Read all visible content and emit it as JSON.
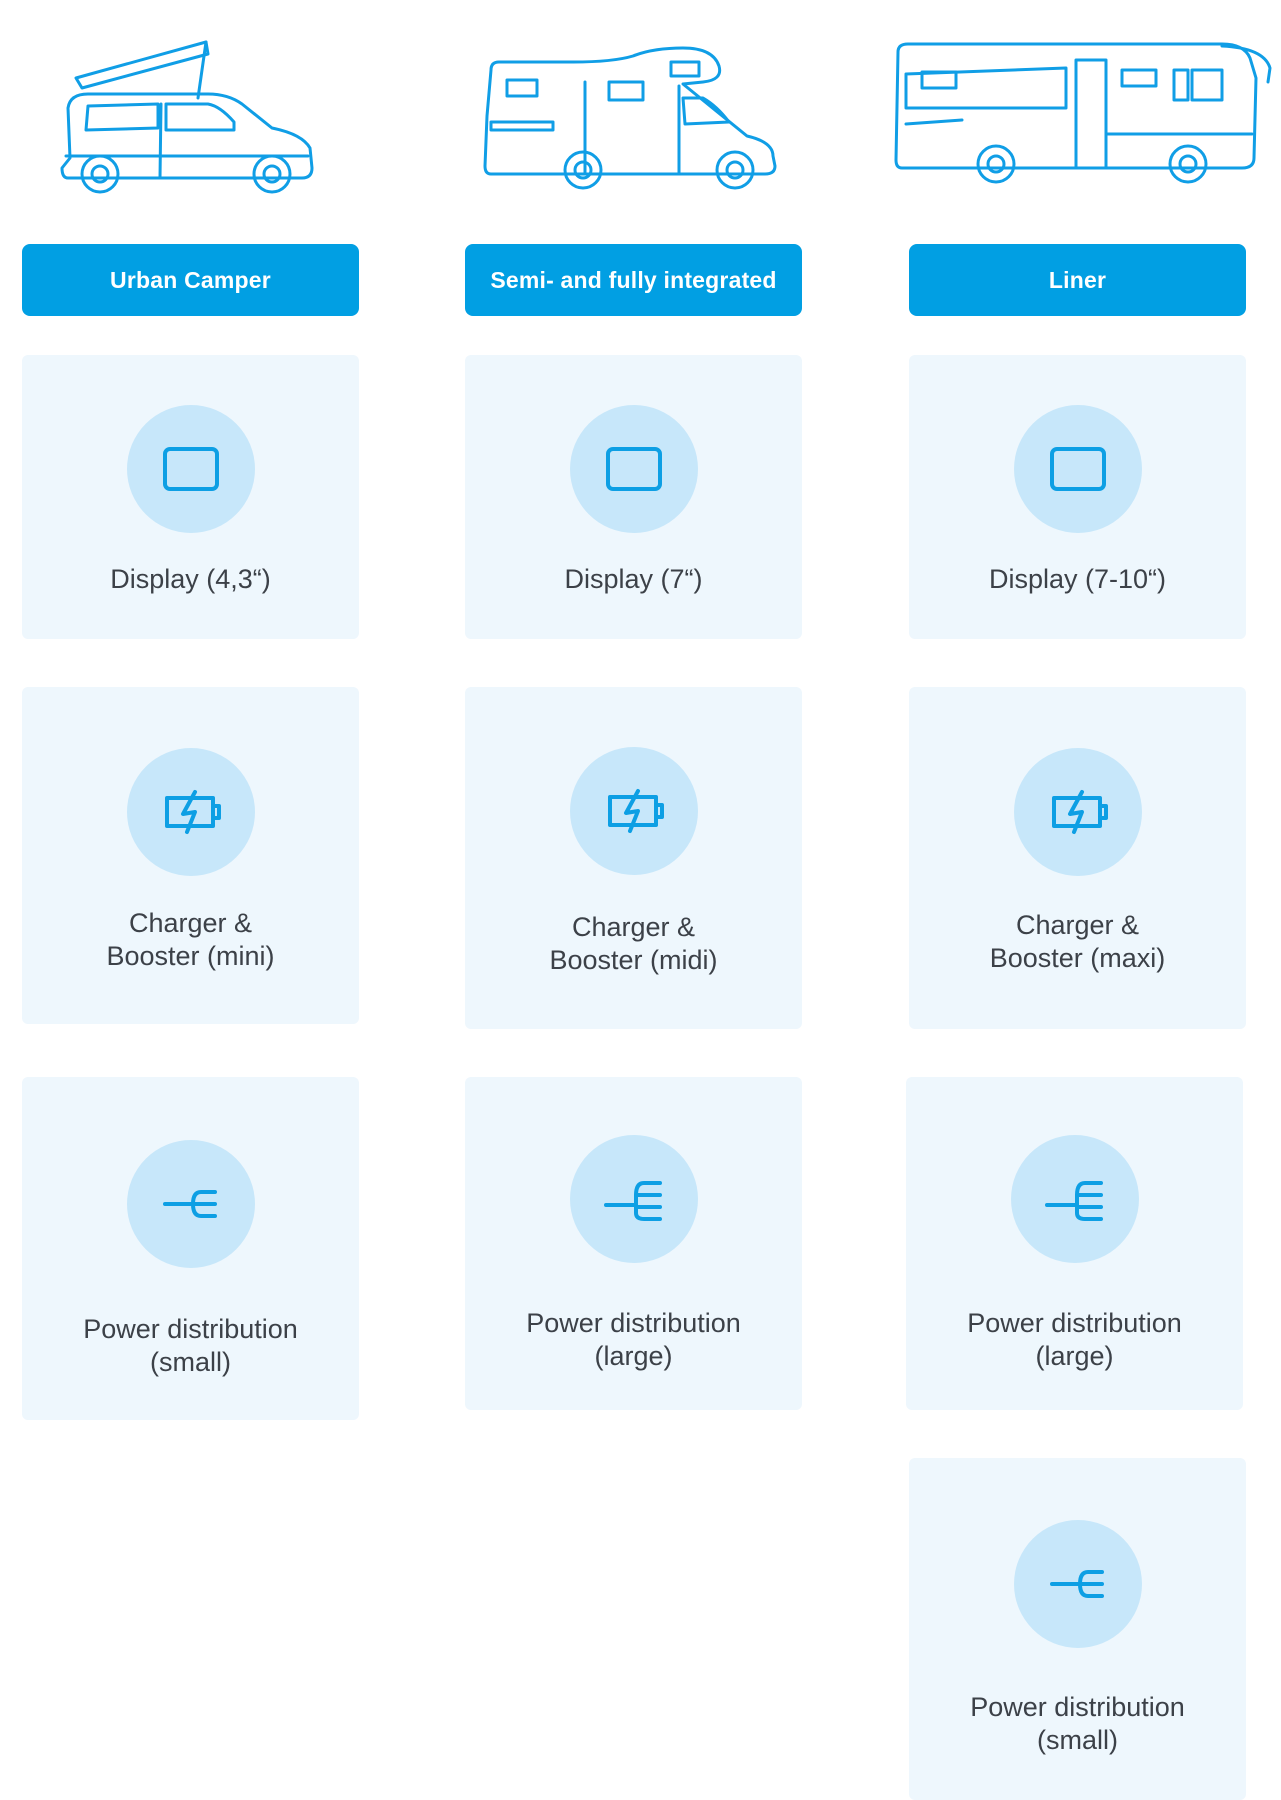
{
  "columns": [
    {
      "vehicle_icon": "camper-van-icon",
      "header": "Urban Camper",
      "cards": [
        {
          "icon": "display-icon",
          "label": "Display (4,3“)"
        },
        {
          "icon": "battery-charging-icon",
          "label": "Charger &\nBooster (mini)"
        },
        {
          "icon": "power-distribution-small-icon",
          "label": "Power distribution\n(small)"
        }
      ]
    },
    {
      "vehicle_icon": "motorhome-icon",
      "header": "Semi- and fully integrated",
      "cards": [
        {
          "icon": "display-icon",
          "label": "Display (7“)"
        },
        {
          "icon": "battery-charging-icon",
          "label": "Charger &\nBooster (midi)"
        },
        {
          "icon": "power-distribution-large-icon",
          "label": "Power distribution\n(large)"
        }
      ]
    },
    {
      "vehicle_icon": "liner-bus-icon",
      "header": "Liner",
      "cards": [
        {
          "icon": "display-icon",
          "label": "Display (7-10“)"
        },
        {
          "icon": "battery-charging-icon",
          "label": "Charger &\nBooster (maxi)"
        },
        {
          "icon": "power-distribution-large-icon",
          "label": "Power distribution\n(large)"
        },
        {
          "icon": "power-distribution-small-icon",
          "label": "Power distribution\n(small)"
        }
      ]
    }
  ],
  "colors": {
    "accent": "#019fe3",
    "card_bg": "#eef7fd",
    "icon_circle": "#c7e7fa",
    "text": "#3c4148"
  }
}
